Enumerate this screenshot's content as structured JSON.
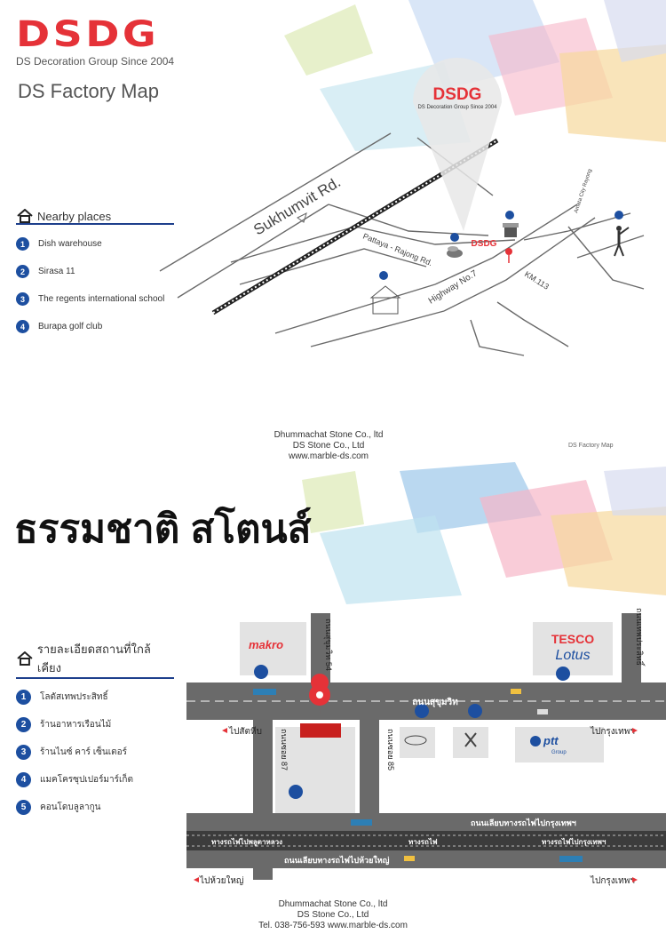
{
  "brand": {
    "logo": "DSDG",
    "tagline": "DS Decoration Group Since 2004",
    "title": "DS Factory Map"
  },
  "map1": {
    "heading": "Nearby places",
    "places": [
      {
        "num": "1",
        "label": "Dish warehouse"
      },
      {
        "num": "2",
        "label": "Sirasa 11"
      },
      {
        "num": "3",
        "label": "The regents international school"
      },
      {
        "num": "4",
        "label": "Burapa golf club"
      }
    ],
    "roads": {
      "sukhumvit": "Sukhumvit Rd.",
      "pattaya": "Pattaya - Rajong Rd.",
      "highway": "Highway No.7",
      "km": "KM.113",
      "amata": "Amata City Rayong"
    },
    "pin_logo": "DSDG",
    "pin_tag": "DS Decoration Group Since 2004",
    "marker_logo": "DSDG",
    "compass_label": "DS Factory Map",
    "credit": [
      "Dhummachat Stone Co., ltd",
      "DS Stone Co., Ltd",
      "www.marble-ds.com"
    ]
  },
  "thai_title": "ธรรมชาติ สโตนส์",
  "map2": {
    "heading": "รายละเอียดสถานที่ใกล้เคียง",
    "places": [
      {
        "num": "1",
        "label": "โลตัสเทพประสิทธิ์"
      },
      {
        "num": "2",
        "label": "ร้านอาหารเรือนไม้"
      },
      {
        "num": "3",
        "label": "ร้านไนซ์ คาร์ เซ็นเตอร์"
      },
      {
        "num": "4",
        "label": "แมคโครซุปเปอร์มาร์เก็ต"
      },
      {
        "num": "5",
        "label": "คอนโดบลูลากูน"
      }
    ],
    "roads": {
      "soi54": "ถนนสุขุมวิท 54",
      "thepprasit": "ถนนเทพประสิทธิ์",
      "sukhumvit": "ถนนสุขุมวิท",
      "soi87": "ถนนซอย 87",
      "soi85": "ถนนซอย 85",
      "to_sattahip": "ไปสัตหีบ",
      "to_bangkok": "ไปกรุงเทพฯ",
      "rail_parallel_top": "ถนนเลียบทางรถไฟไปกรุงเทพฯ",
      "rail_to_map": "ทางรถไฟไปพลูตาหลวง",
      "rail": "ทางรถไฟ",
      "rail_to_bkk": "ทางรถไฟไปกรุงเทพฯ",
      "rail_parallel_bottom": "ถนนเลียบทางรถไฟไปห้วยใหญ่",
      "to_huaiyai": "ไปห้วยใหญ่",
      "to_bangkok2": "ไปกรุงเทพฯ"
    },
    "brands": {
      "makro": "makro",
      "tesco": "TESCO",
      "lotus": "Lotus",
      "ptt": "ptt",
      "ptt_sub": "Group"
    },
    "credit": [
      "Dhummachat Stone Co., ltd",
      "DS Stone Co., Ltd",
      "Tel. 038-756-593 www.marble-ds.com"
    ]
  },
  "colors": {
    "red": "#e53238",
    "blue": "#1d4fa0",
    "road": "#6a6a6a"
  }
}
